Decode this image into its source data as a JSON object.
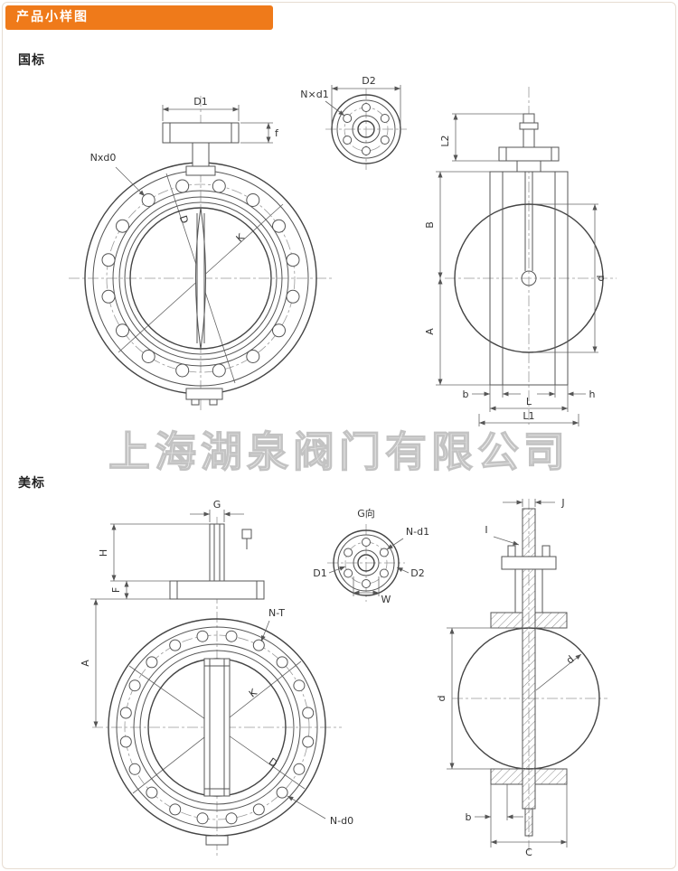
{
  "page": {
    "title": "产品小样图",
    "watermark": "上海湖泉阀门有限公司"
  },
  "sections": {
    "gb": {
      "label": "国标"
    },
    "us": {
      "label": "美标"
    }
  },
  "gb_front": {
    "d1": "D1",
    "f": "f",
    "nxd0": "Nxd0",
    "d": "D",
    "k": "K"
  },
  "gb_flange": {
    "d2": "D2",
    "nxd1": "N×d1"
  },
  "gb_side": {
    "l2": "L2",
    "b_big": "B",
    "a": "A",
    "d": "d",
    "b": "b",
    "h": "h",
    "l": "L",
    "l1": "L1"
  },
  "us_front": {
    "g": "G",
    "h": "H",
    "f": "F",
    "a": "A",
    "nt": "N-T",
    "k": "K",
    "d": "D",
    "nd0": "N-d0"
  },
  "us_flange": {
    "gview": "G向",
    "nd1": "N-d1",
    "d1": "D1",
    "d2": "D2",
    "w": "W"
  },
  "us_side": {
    "j": "J",
    "i": "I",
    "d_left": "d",
    "d_inner": "d",
    "b": "b",
    "c": "C"
  }
}
